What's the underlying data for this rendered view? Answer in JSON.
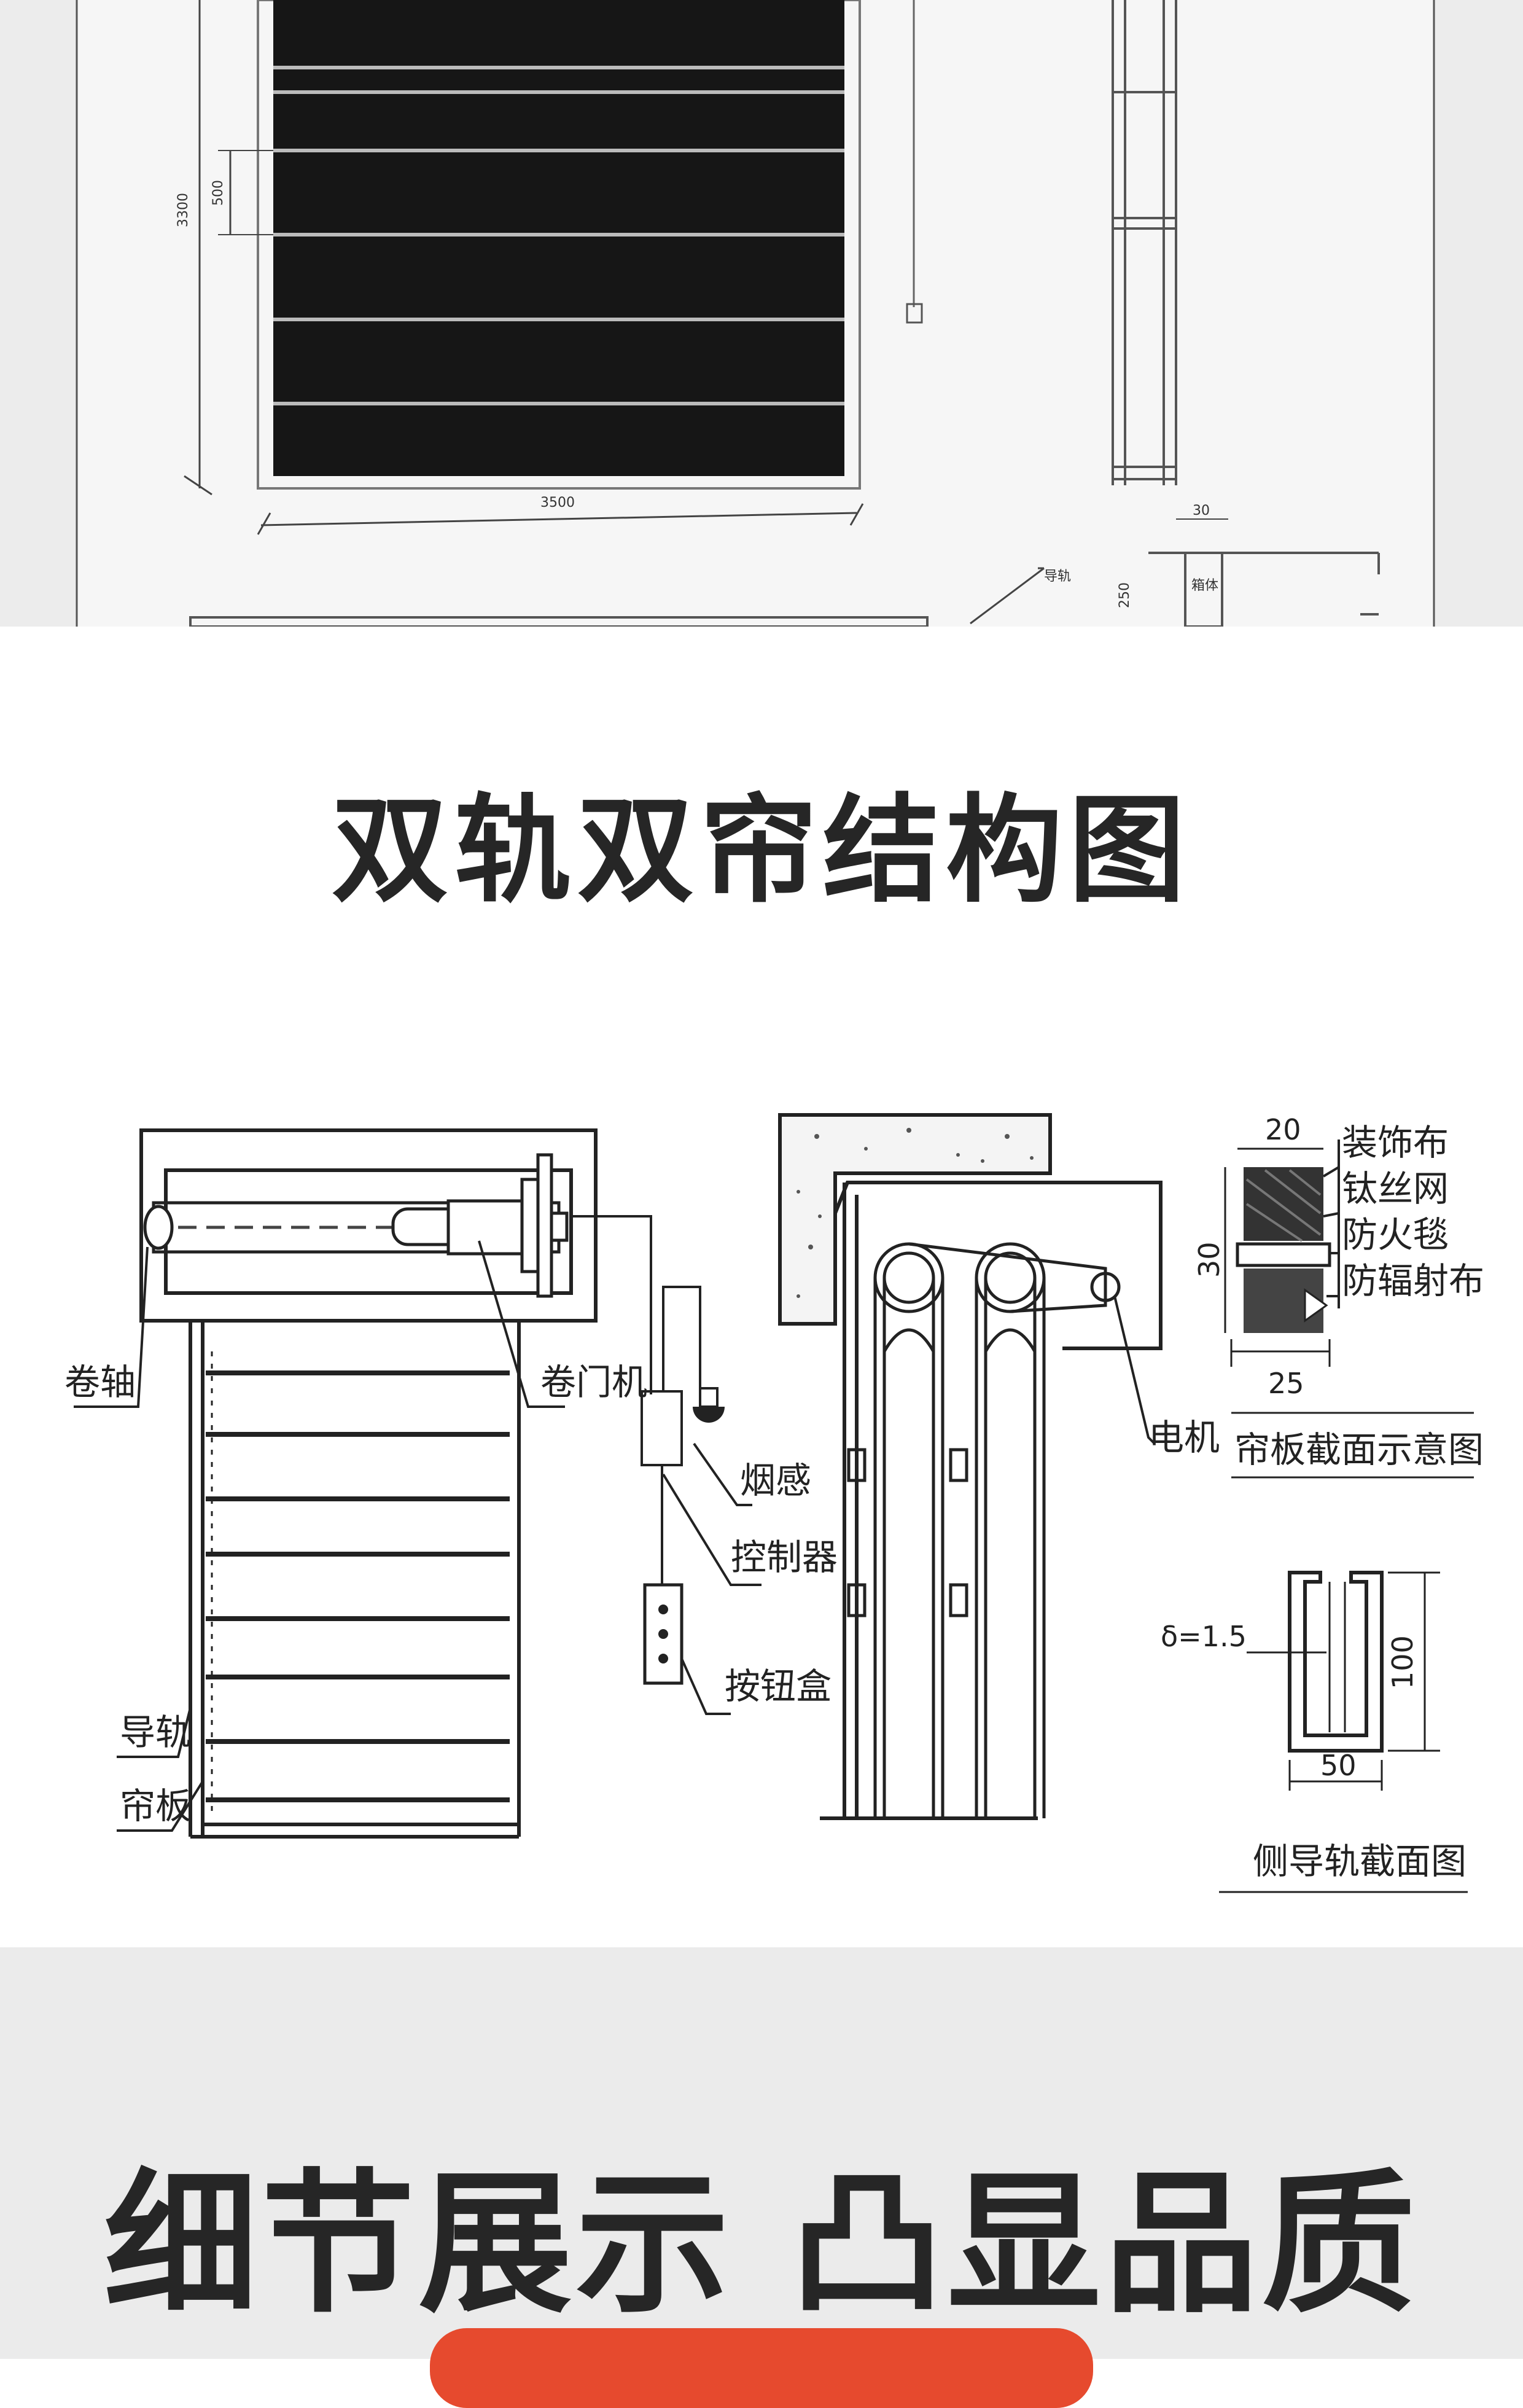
{
  "top_drawing": {
    "dim_height": "3300",
    "dim_slat": "500",
    "dim_width": "3500",
    "dim_side": "30",
    "dim_small": "250",
    "label_guide": "导轨",
    "label_box": "箱体"
  },
  "section_title": "双轨双帘结构图",
  "diagram": {
    "label_roller_shaft": "卷轴",
    "label_door_motor": "卷门机",
    "label_smoke_sensor": "烟感",
    "label_controller": "控制器",
    "label_button_box": "按钮盒",
    "label_guide_rail": "导轨",
    "label_curtain_panel": "帘板",
    "label_motor": "电机",
    "section_layers": [
      "装饰布",
      "钛丝网",
      "防火毯",
      "防辐射布"
    ],
    "section_dim_top": "20",
    "section_dim_side": "30",
    "section_dim_bottom": "25",
    "section_caption": "帘板截面示意图",
    "rail_thickness": "δ=1.5",
    "rail_height": "100",
    "rail_width": "50",
    "rail_caption": "侧导轨截面图"
  },
  "slogan": "细节展示 凸显品质",
  "colors": {
    "accent": "#e64a2e",
    "background": "#ffffff",
    "band": "#ebebeb"
  }
}
